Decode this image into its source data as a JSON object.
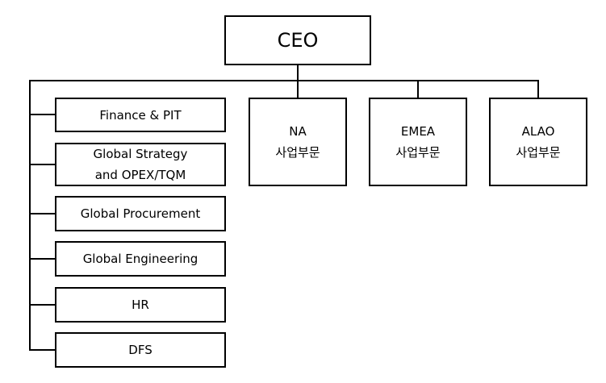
{
  "org_chart": {
    "ceo": "CEO",
    "staff_functions": [
      {
        "line1": "Finance & PIT",
        "line2": ""
      },
      {
        "line1": "Global Strategy",
        "line2": "and OPEX/TQM"
      },
      {
        "line1": "Global Procurement",
        "line2": ""
      },
      {
        "line1": "Global Engineering",
        "line2": ""
      },
      {
        "line1": "HR",
        "line2": ""
      },
      {
        "line1": "DFS",
        "line2": ""
      }
    ],
    "business_divisions": [
      {
        "line1": "NA",
        "line2": "사업부문"
      },
      {
        "line1": "EMEA",
        "line2": "사업부문"
      },
      {
        "line1": "ALAO",
        "line2": "사업부문"
      }
    ]
  }
}
